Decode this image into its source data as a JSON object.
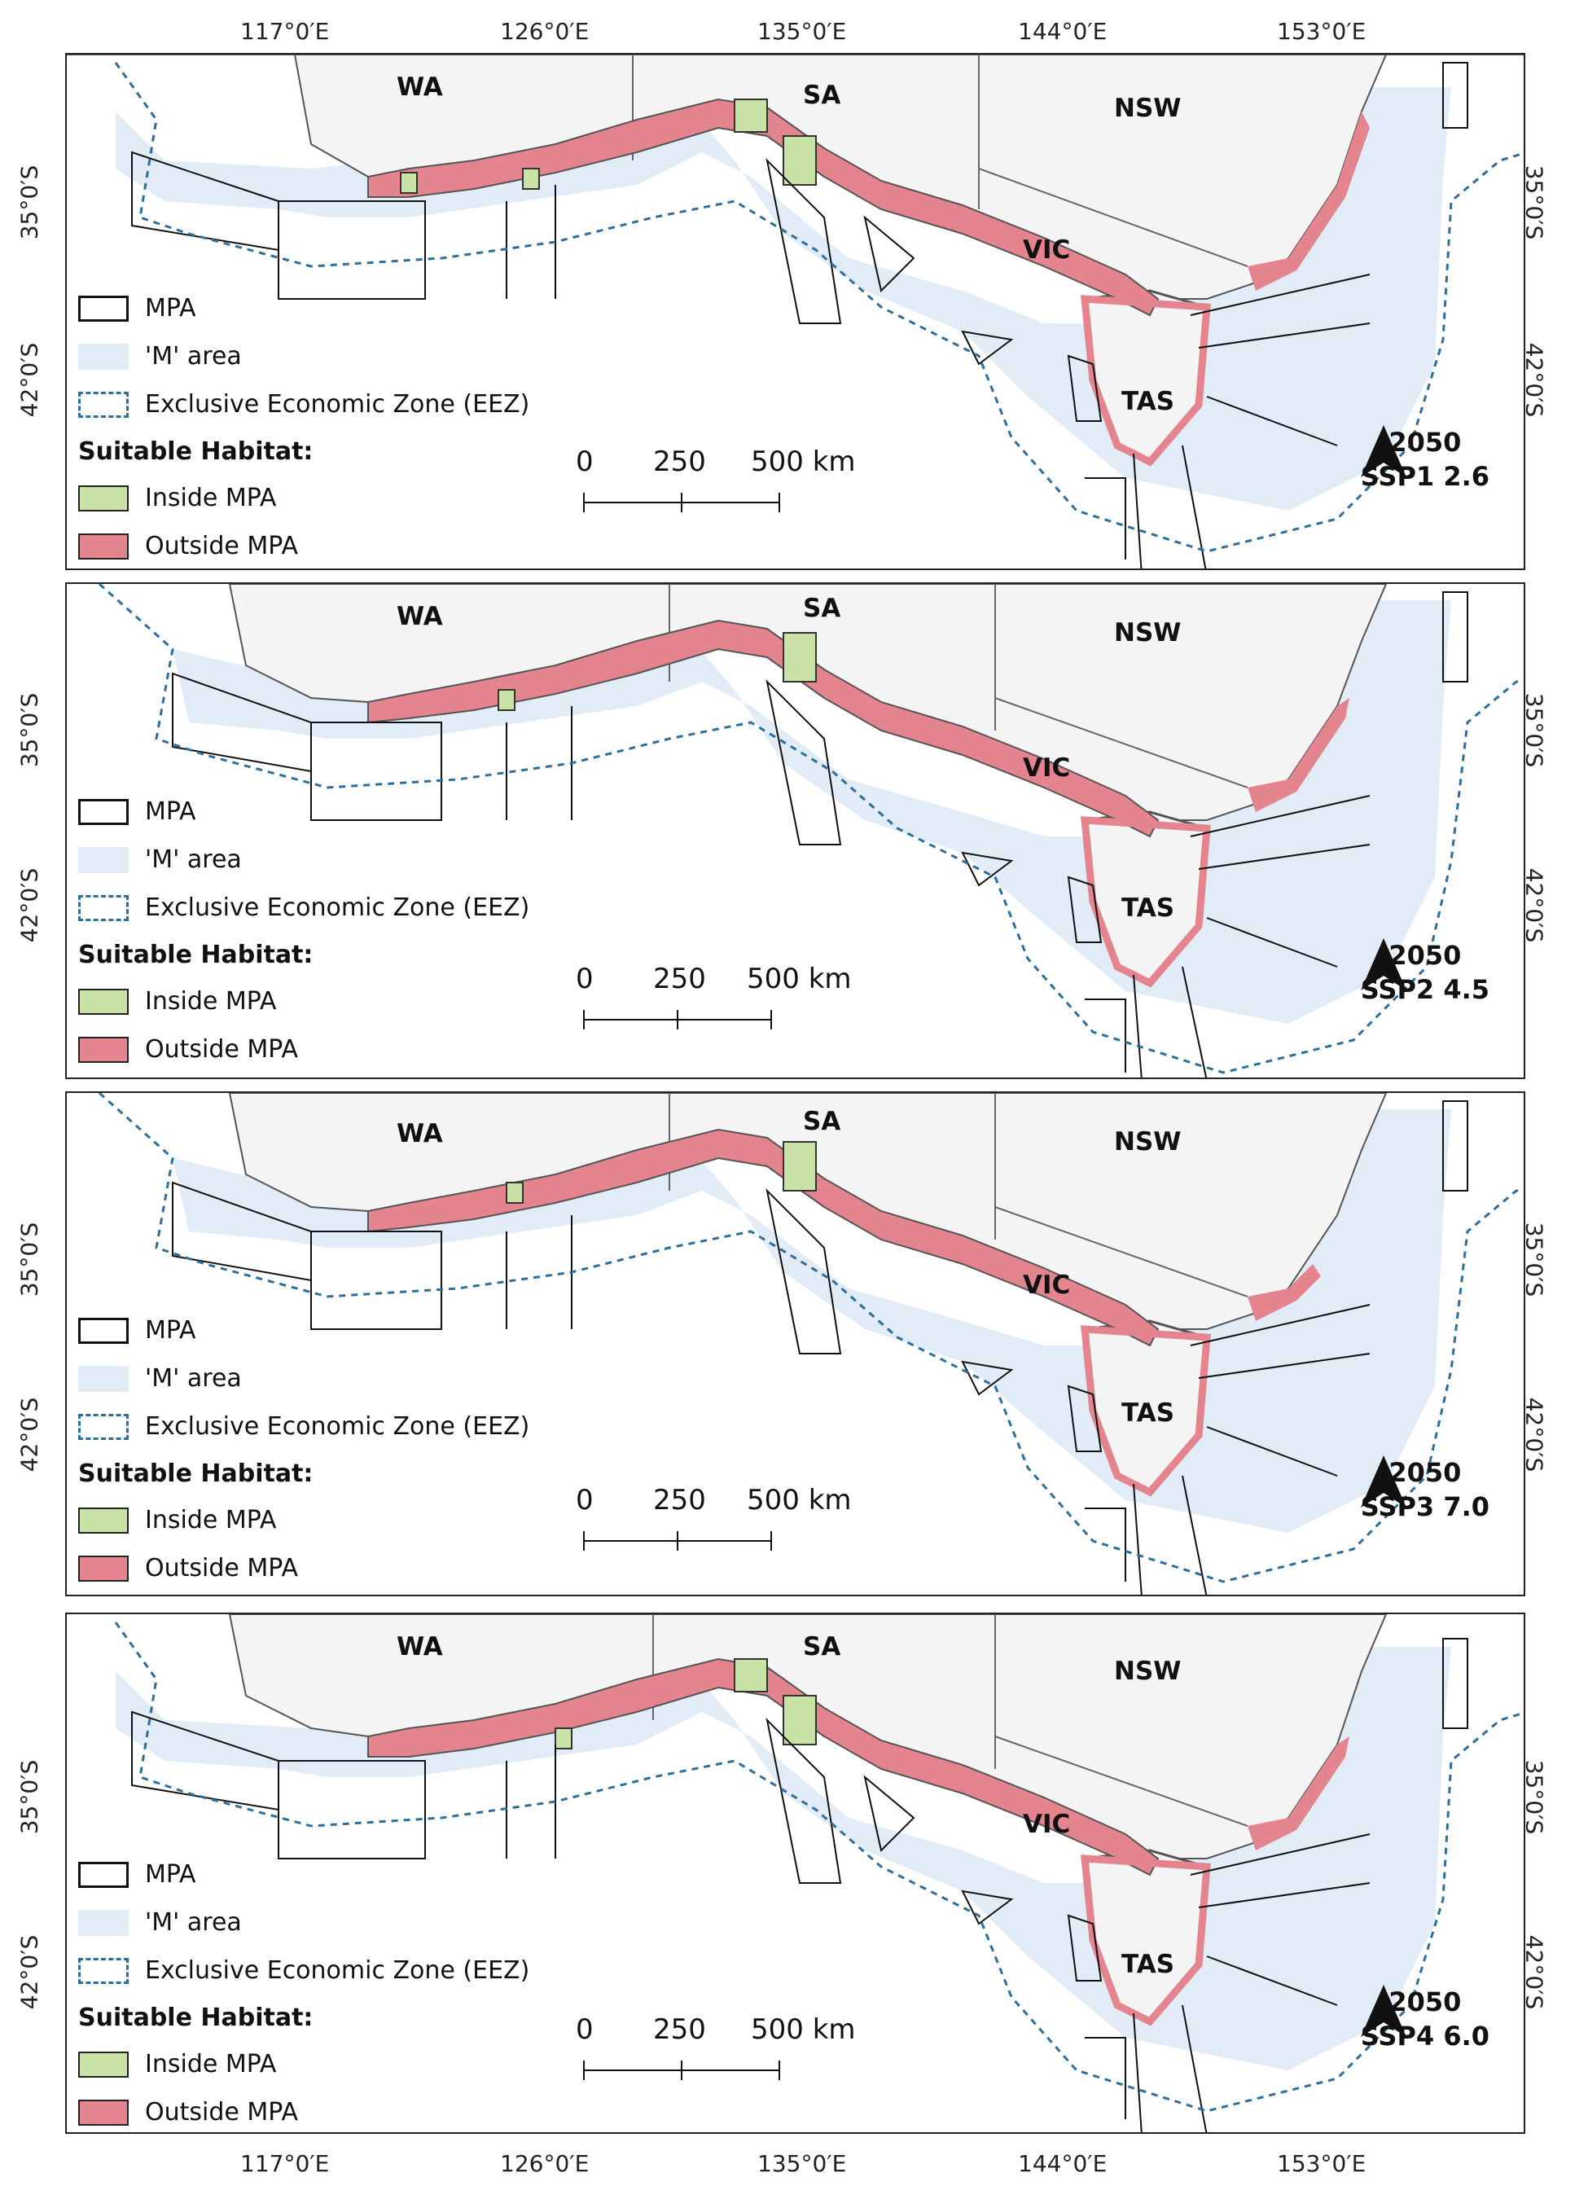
{
  "lon_ticks": [
    "117°0′E",
    "126°0′E",
    "135°0′E",
    "144°0′E",
    "153°0′E"
  ],
  "lat_ticks": [
    "35°0′S",
    "42°0′S"
  ],
  "states": [
    "WA",
    "SA",
    "NSW",
    "VIC",
    "TAS"
  ],
  "legend": {
    "mpa": "MPA",
    "m_area": "'M' area",
    "eez": "Exclusive Economic Zone (EEZ)",
    "habitat_heading": "Suitable Habitat:",
    "inside": "Inside MPA",
    "outside": "Outside MPA"
  },
  "scale": {
    "zero": "0",
    "mid": "250",
    "end": "500 km"
  },
  "colors": {
    "m_area": "#e1ecf6",
    "inside_mpa": "#c9e2a5",
    "outside_mpa": "#e4848e",
    "eez": "#2d6e9c",
    "land": "#f4f4f4"
  },
  "panels": [
    {
      "year": "2050",
      "scenario": "SSP1 2.6"
    },
    {
      "year": "2050",
      "scenario": "SSP2 4.5"
    },
    {
      "year": "2050",
      "scenario": "SSP3 7.0"
    },
    {
      "year": "2050",
      "scenario": "SSP4 6.0"
    }
  ],
  "north_icon": "north-arrow-icon"
}
